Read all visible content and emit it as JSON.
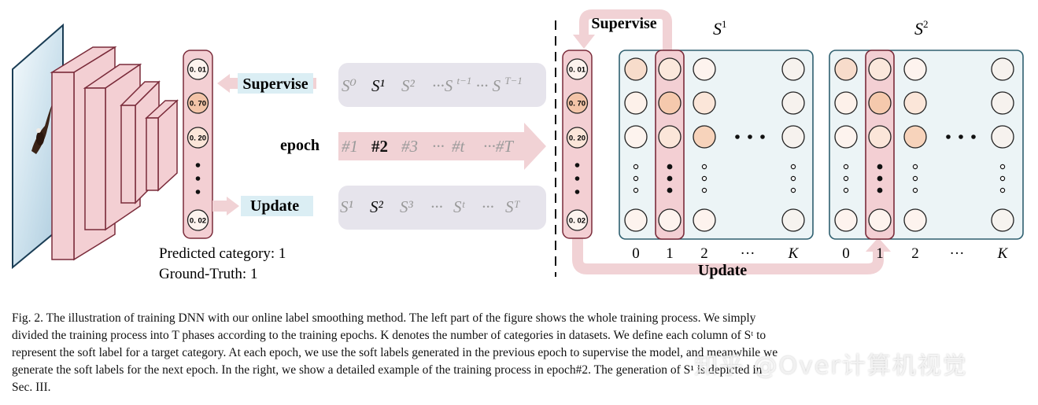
{
  "left": {
    "prob_values": [
      "0. 01",
      "0. 70",
      "0. 20",
      "0. 02"
    ],
    "supervise_label": "Supervise",
    "update_label": "Update",
    "epoch_label": "epoch",
    "supervise_seq": [
      "S⁰",
      "S¹",
      "S²",
      "···S",
      "t−1",
      "··· S",
      "T−1"
    ],
    "epoch_seq": [
      "#1",
      "#2",
      "#3",
      "···",
      "#t",
      "···#T"
    ],
    "update_seq": [
      "S¹",
      "S²",
      "S³",
      "···",
      "Sᵗ",
      "···",
      "Sᵀ"
    ],
    "predicted": "Predicted category: 1",
    "ground_truth": "Ground-Truth: 1"
  },
  "right": {
    "supervise_label": "Supervise",
    "update_label": "Update",
    "prob_values": [
      "0. 01",
      "0. 70",
      "0. 20",
      "0. 02"
    ],
    "matrix1_title": "S",
    "matrix1_sup": "1",
    "matrix2_title": "S",
    "matrix2_sup": "2",
    "axis_labels": [
      "0",
      "1",
      "2",
      "···",
      "K"
    ]
  },
  "caption": {
    "line1": "Fig. 2.  The illustration of training DNN with our online label smoothing method. The left part of the figure shows the whole training process. We simply",
    "line2": "divided the training process into T phases according to the training epochs. K denotes the number of categories in datasets. We define each column of Sᵗ to",
    "line3": "represent the soft label for a target category. At each epoch, we use the soft labels generated in the previous epoch to supervise the model, and meanwhile we",
    "line4": "generate the soft labels for the next epoch. In the right, we show a detailed example of the training process in epoch#2. The generation of S¹ is depicted in",
    "line5": "Sec. III."
  },
  "watermark": "知乎 @Over计算机视觉",
  "colors": {
    "pink_fill": "#f3cfd3",
    "pink_stroke": "#7a2b3a",
    "panel_fill": "#ecf4f6",
    "panel_stroke": "#2e5f6f",
    "arrow_pink": "#f1d2d5",
    "label_bg": "#dbeef4",
    "seq_bg": "#e6e4ec"
  }
}
